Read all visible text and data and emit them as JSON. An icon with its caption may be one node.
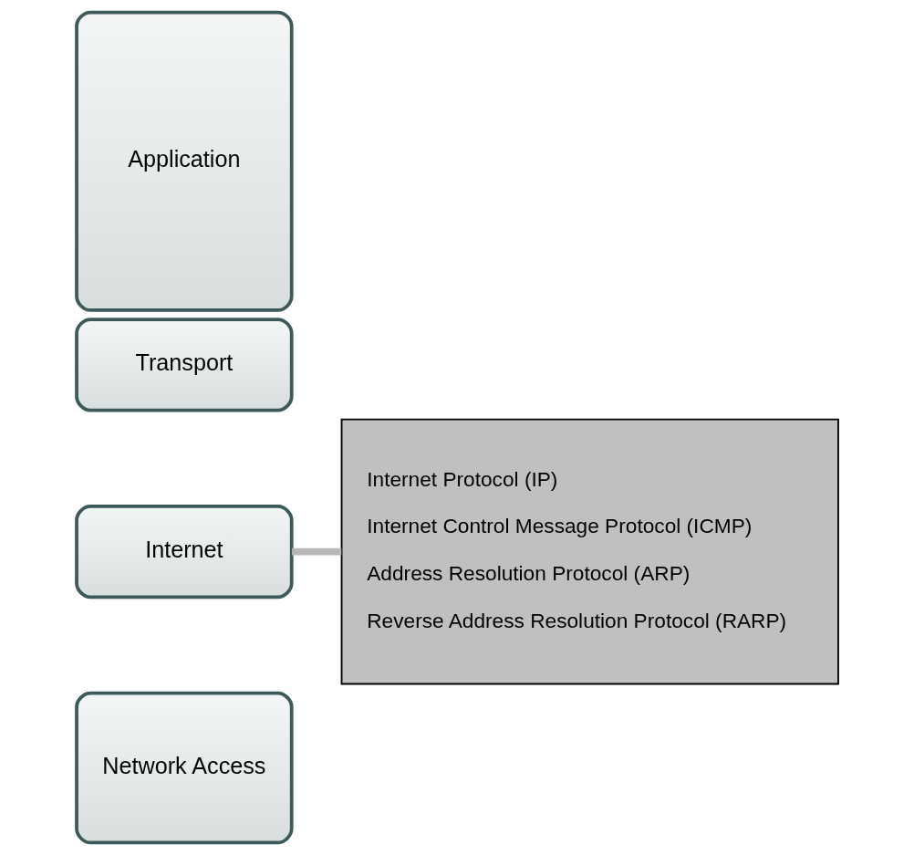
{
  "diagram": {
    "nodes": [
      {
        "text": [
          "Application"
        ]
      },
      {
        "text": [
          "Transport"
        ]
      },
      {
        "text": [
          "Internet"
        ]
      },
      {
        "text": [
          "Network Access"
        ]
      },
      {
        "text": [
          "Internet Protocol (IP)",
          "Internet Control Message Protocol (ICMP)",
          "Address Resolution Protocol (ARP)",
          "Reverse Address Resolution Protocol (RARP)"
        ]
      }
    ],
    "edges": [
      {
        "from": 2,
        "to": 4,
        "arrow": "none"
      }
    ]
  }
}
